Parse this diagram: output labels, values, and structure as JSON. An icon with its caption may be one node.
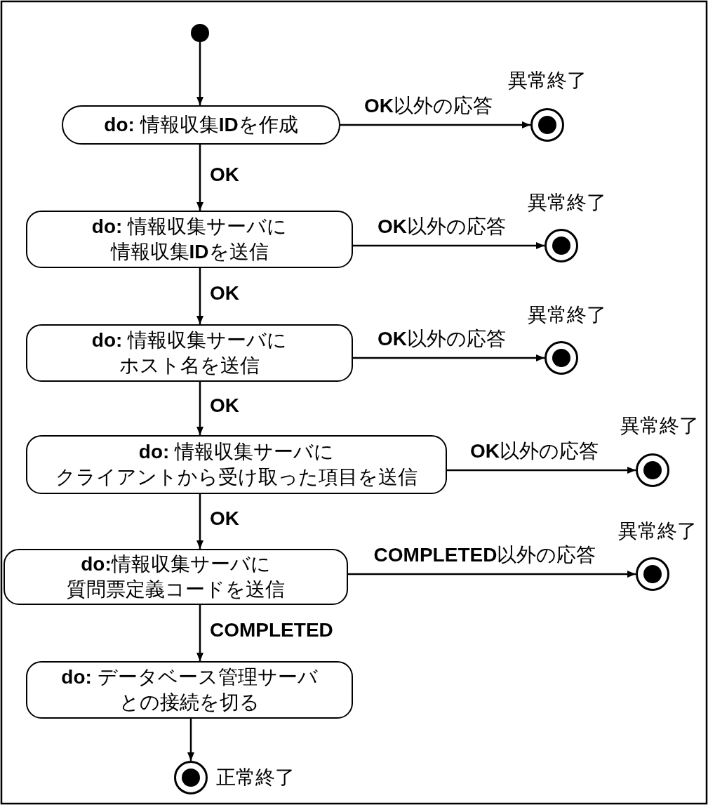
{
  "diagram": {
    "nodes": [
      {
        "text": [],
        "shape": "circle"
      },
      {
        "text": [
          "**do:** 情報収集**ID**を作成"
        ]
      },
      {
        "text": [],
        "shape": "bullseye",
        "beside": [
          "異常終了"
        ]
      },
      {
        "text": [
          "**do:** 情報収集サーバに情報収集**ID**を送信"
        ]
      },
      {
        "text": [],
        "shape": "bullseye",
        "beside": [
          "異常終了"
        ]
      },
      {
        "text": [
          "**do:** 情報収集サーバにホスト名を送信"
        ]
      },
      {
        "text": [],
        "shape": "bullseye",
        "beside": [
          "異常終了"
        ]
      },
      {
        "text": [
          "**do:** 情報収集サーバにクライアントから受け取った項目を送信"
        ]
      },
      {
        "text": [],
        "shape": "bullseye",
        "beside": [
          "異常終了"
        ]
      },
      {
        "text": [
          "**do:**情報収集サーバに質問票定義コードを送信"
        ]
      },
      {
        "text": [],
        "shape": "bullseye",
        "beside": [
          "異常終了"
        ]
      },
      {
        "text": [
          "**do:** データベース管理サーバとの接続を切る"
        ]
      },
      {
        "text": [],
        "shape": "bullseye",
        "beside": [
          "正常終了"
        ]
      }
    ],
    "edges": [
      {
        "from": 0,
        "to": 1,
        "arrow": "to"
      },
      {
        "from": 1,
        "to": 2,
        "arrow": "to",
        "label": "**OK**以外の応答"
      },
      {
        "from": 1,
        "to": 3,
        "arrow": "to",
        "label": "OK"
      },
      {
        "from": 3,
        "to": 4,
        "arrow": "to",
        "label": "**OK**以外の応答"
      },
      {
        "from": 3,
        "to": 5,
        "arrow": "to",
        "label": "OK"
      },
      {
        "from": 5,
        "to": 6,
        "arrow": "to",
        "label": "**OK**以外の応答"
      },
      {
        "from": 5,
        "to": 7,
        "arrow": "to",
        "label": "OK"
      },
      {
        "from": 7,
        "to": 8,
        "arrow": "to",
        "label": "**OK**以外の応答"
      },
      {
        "from": 7,
        "to": 9,
        "arrow": "to",
        "label": "OK"
      },
      {
        "from": 9,
        "to": 10,
        "arrow": "to",
        "label": "**COMPLETED**以外の応答"
      },
      {
        "from": 9,
        "to": 11,
        "arrow": "to",
        "label": "COMPLETED"
      },
      {
        "from": 11,
        "to": 12,
        "arrow": "to"
      }
    ]
  }
}
